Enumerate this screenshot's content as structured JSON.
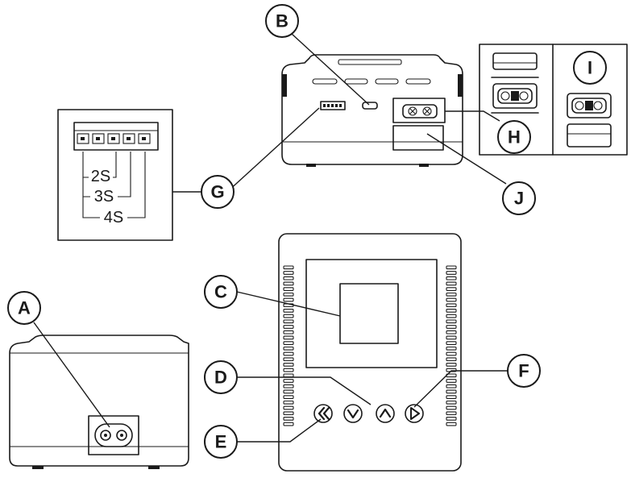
{
  "callouts": {
    "A": "A",
    "B": "B",
    "C": "C",
    "D": "D",
    "E": "E",
    "F": "F",
    "G": "G",
    "H": "H",
    "I": "I",
    "J": "J"
  },
  "balance_port_labels": {
    "s2": "2S",
    "s3": "3S",
    "s4": "4S"
  },
  "button_icons": [
    "double-chevron-left-icon",
    "chevron-down-icon",
    "chevron-up-icon",
    "play-icon"
  ]
}
